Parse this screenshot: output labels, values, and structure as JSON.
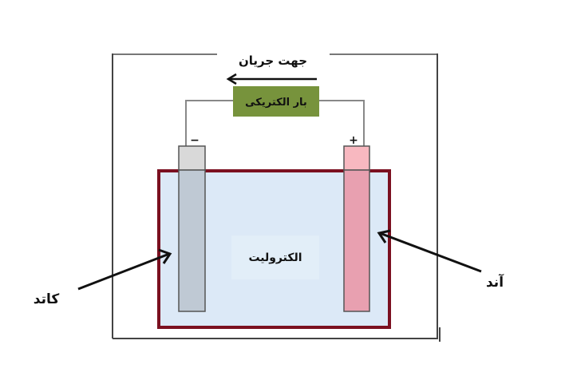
{
  "diagram": {
    "current_direction_label": "جهت جریان",
    "load_label": "بار الکتریکی",
    "electrolyte_label": "الکترولیت",
    "cathode_label": "کاتد",
    "anode_label": "آند",
    "negative_terminal": "−",
    "positive_terminal": "+",
    "colors": {
      "load_box": "#77933c",
      "container_border": "#7b1020",
      "electrolyte": "#dce9f7",
      "cathode": "#bfc9d4",
      "anode": "#e8a0b0"
    }
  }
}
